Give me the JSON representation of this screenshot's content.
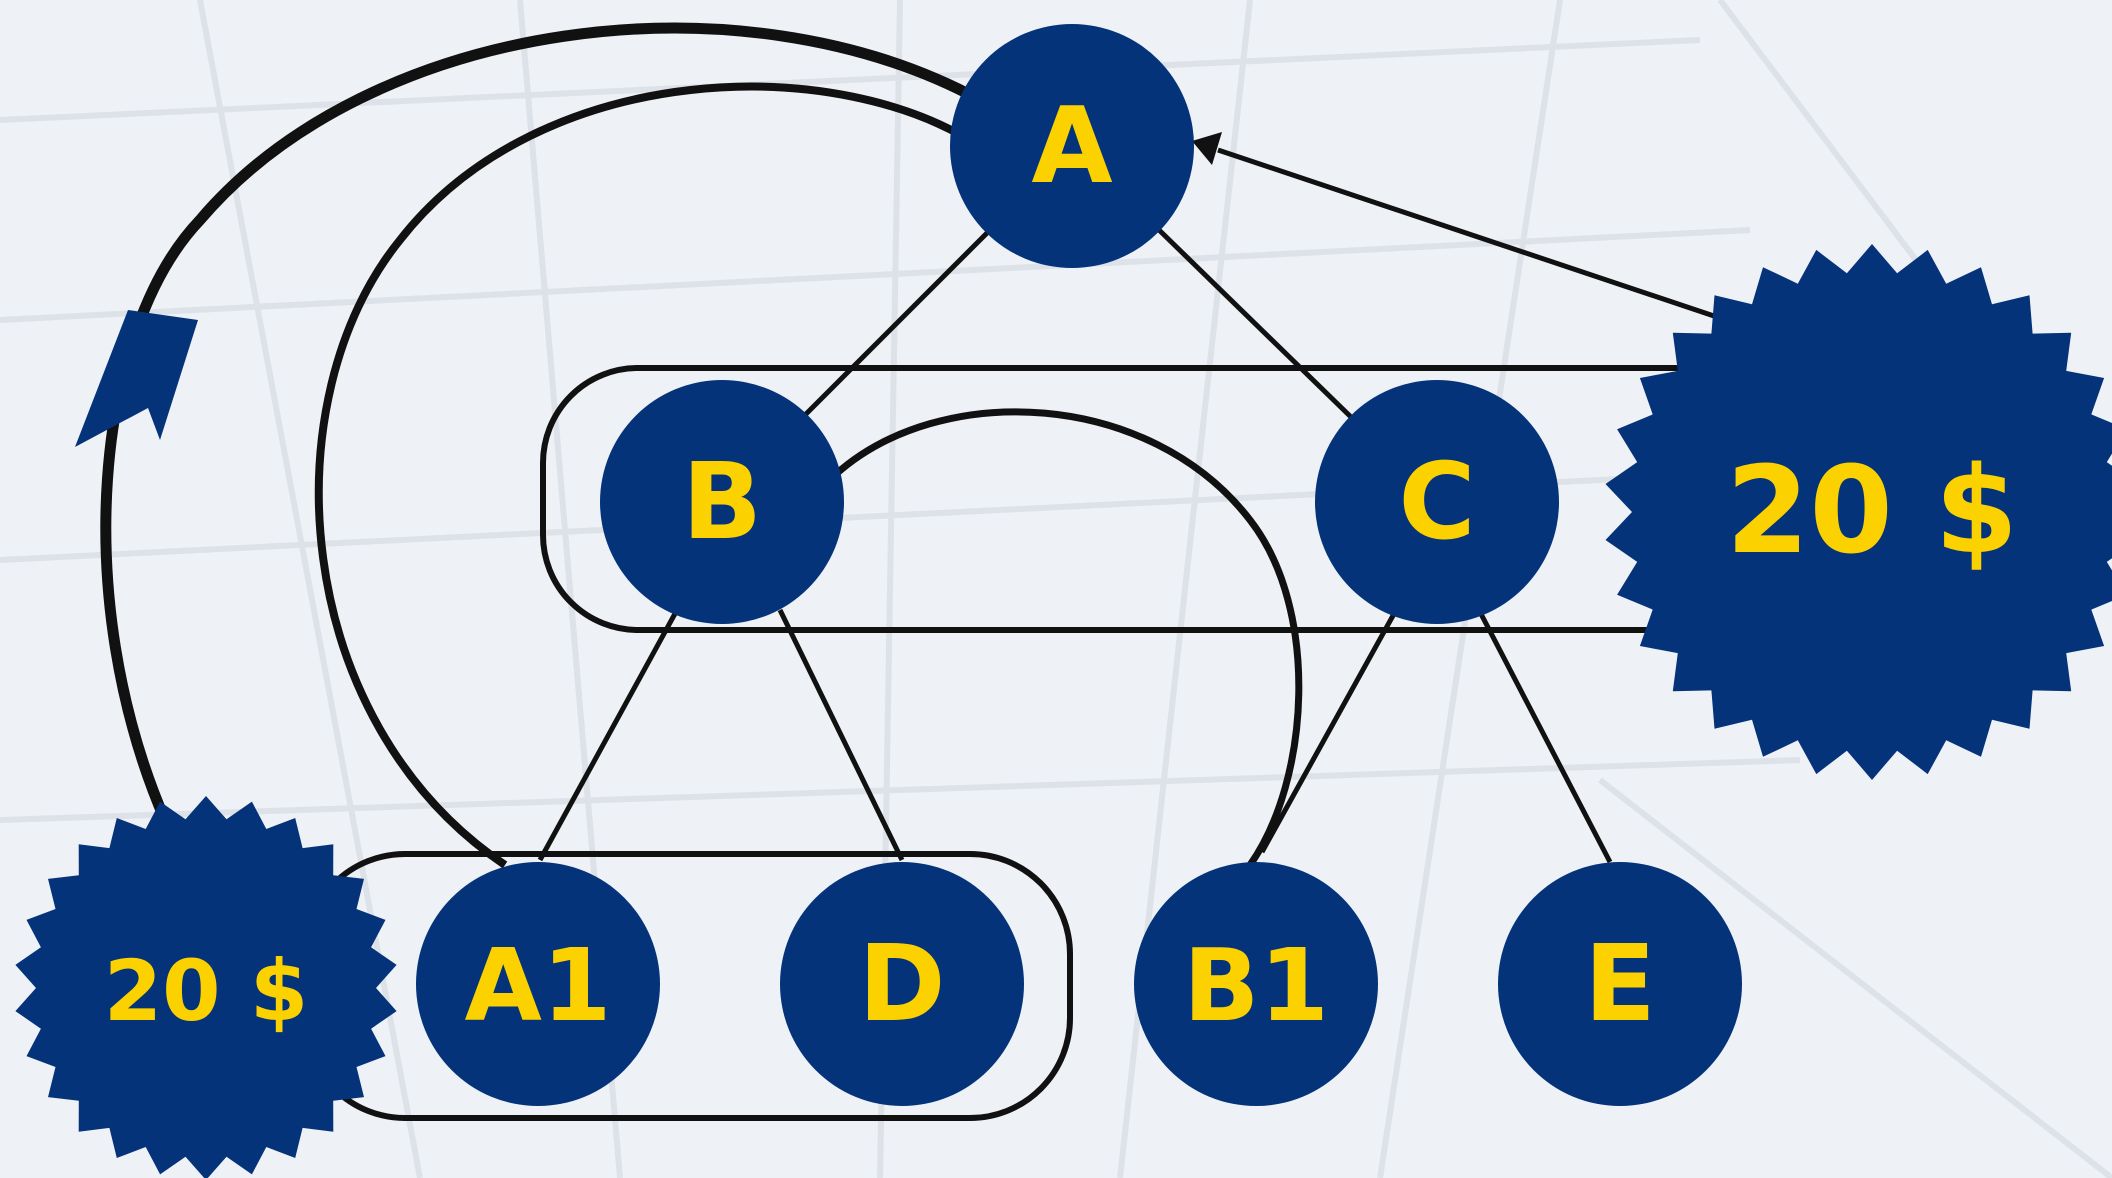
{
  "colors": {
    "node_fill": "#05337a",
    "label": "#fcd100",
    "line": "#111111",
    "background": "#eef1f5"
  },
  "nodes": {
    "A": "A",
    "B": "B",
    "C": "C",
    "A1": "A1",
    "D": "D",
    "B1": "B1",
    "E": "E"
  },
  "badges": {
    "right": "20 $",
    "left": "20 $"
  },
  "edges": [
    [
      "A",
      "B"
    ],
    [
      "A",
      "C"
    ],
    [
      "B",
      "A1"
    ],
    [
      "B",
      "D"
    ],
    [
      "C",
      "B1"
    ],
    [
      "C",
      "E"
    ]
  ]
}
